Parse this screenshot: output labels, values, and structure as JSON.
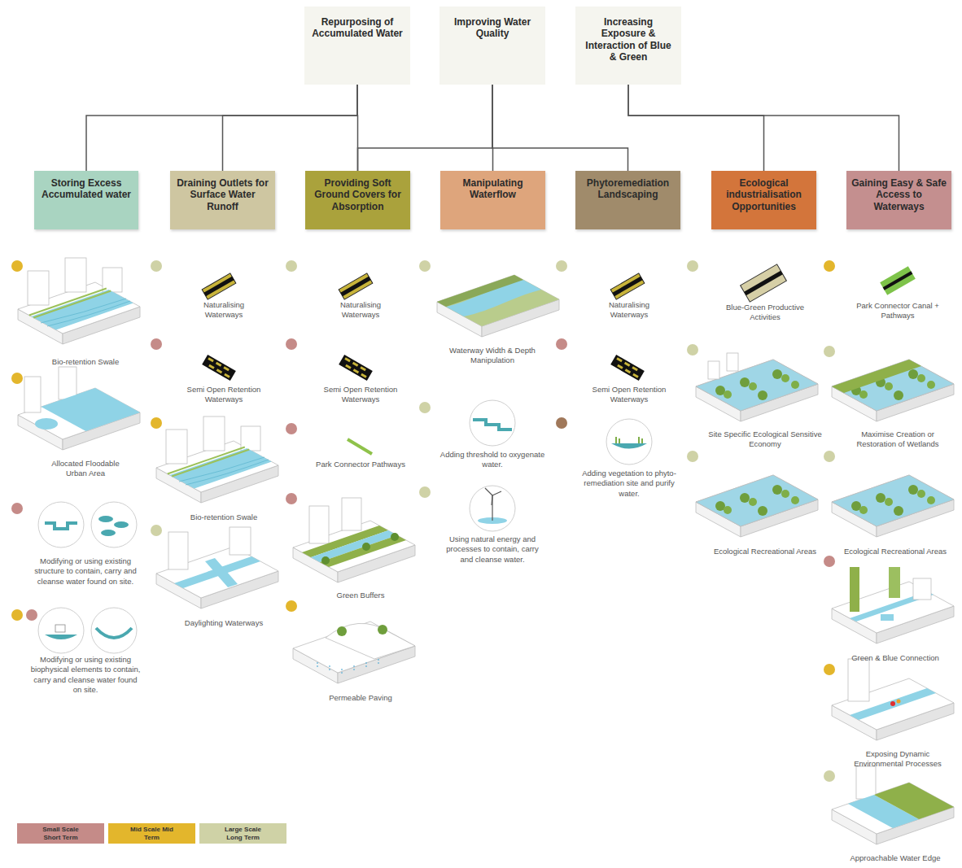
{
  "diagram": {
    "nodes": [
      {
        "text": [
          "Repurposing of Accumulated Water"
        ]
      },
      {
        "text": [
          "Improving Water Quality"
        ]
      },
      {
        "text": [
          "Increasing Exposure & Interaction of Blue & Green"
        ]
      },
      {
        "text": [
          "Storing Excess Accumulated water"
        ]
      },
      {
        "text": [
          "Draining Outlets for Surface Water Runoff"
        ]
      },
      {
        "text": [
          "Providing Soft Ground Covers for Absorption"
        ]
      },
      {
        "text": [
          "Manipulating Waterflow"
        ]
      },
      {
        "text": [
          "Phytoremediation Landscaping"
        ]
      },
      {
        "text": [
          "Ecological industrialisation Opportunities"
        ]
      },
      {
        "text": [
          "Gaining Easy & Safe Access to Waterways"
        ]
      }
    ],
    "edges": [
      {
        "from": 0,
        "to": 3,
        "arrow": "none"
      },
      {
        "from": 0,
        "to": 4,
        "arrow": "none"
      },
      {
        "from": 0,
        "to": 5,
        "arrow": "none"
      },
      {
        "from": 1,
        "to": 5,
        "arrow": "none"
      },
      {
        "from": 1,
        "to": 6,
        "arrow": "none"
      },
      {
        "from": 1,
        "to": 7,
        "arrow": "none"
      },
      {
        "from": 2,
        "to": 8,
        "arrow": "none"
      },
      {
        "from": 2,
        "to": 9,
        "arrow": "none"
      }
    ],
    "labels": [
      "Bio-retention Swale",
      "Allocated Floodable Urban Area",
      "Modifying or using existing structure to contain, carry and cleanse water found on site.",
      "Modifying or using existing biophysical elements to contain, carry and cleanse water found on site.",
      "Naturalising Waterways",
      "Semi Open Retention Waterways",
      "Bio-retention Swale",
      "Daylighting Waterways",
      "Naturalising Waterways",
      "Semi Open Retention Waterways",
      "Park Connector Pathways",
      "Green Buffers",
      "Permeable Paving",
      "Waterway Width & Depth Manipulation",
      "Adding threshold to oxygenate water.",
      "Using natural energy and processes to contain, carry and cleanse water.",
      "Naturalising Waterways",
      "Semi Open Retention Waterways",
      "Adding vegetation to phyto-remediation site and purify water.",
      "Blue-Green Productive Activities",
      "Site Specific Ecological Sensitive Economy",
      "Ecological Recreational Areas",
      "Park Connector Canal + Pathways",
      "Maximise Creation or Restoration of Wetlands",
      "Ecological Recreational Areas",
      "Green & Blue Connection",
      "Exposing Dynamic Environmental Processes",
      "Approachable Water Edge"
    ],
    "legend": [
      {
        "text": "Small Scale Short Term",
        "color": "#c58b88"
      },
      {
        "text": "Mid Scale Mid Term",
        "color": "#e3b62c"
      },
      {
        "text": "Large Scale Long Term",
        "color": "#cfd2a6"
      }
    ]
  }
}
